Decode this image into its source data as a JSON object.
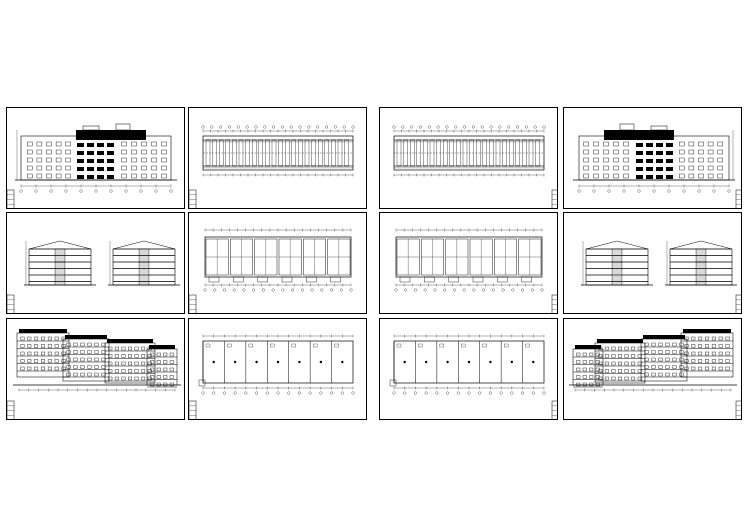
{
  "drawing_set": {
    "background": "#ffffff",
    "line_color": "#000000",
    "columns": 4,
    "rows": 3,
    "sheets": [
      {
        "kind": "elevation-front",
        "title": "",
        "subtitle": ""
      },
      {
        "kind": "plan-roof",
        "title": "",
        "subtitle": ""
      },
      {
        "kind": "plan-roof",
        "title": "",
        "subtitle": ""
      },
      {
        "kind": "elevation-front",
        "title": "",
        "subtitle": ""
      },
      {
        "kind": "section-pair",
        "title": "",
        "subtitle": ""
      },
      {
        "kind": "plan-floor",
        "title": "",
        "subtitle": ""
      },
      {
        "kind": "plan-floor",
        "title": "",
        "subtitle": ""
      },
      {
        "kind": "section-pair",
        "title": "",
        "subtitle": ""
      },
      {
        "kind": "elevation-perspective",
        "title": "",
        "subtitle": ""
      },
      {
        "kind": "plan-ground",
        "title": "",
        "subtitle": ""
      },
      {
        "kind": "plan-ground",
        "title": "",
        "subtitle": ""
      },
      {
        "kind": "elevation-perspective",
        "title": "",
        "subtitle": ""
      }
    ]
  }
}
